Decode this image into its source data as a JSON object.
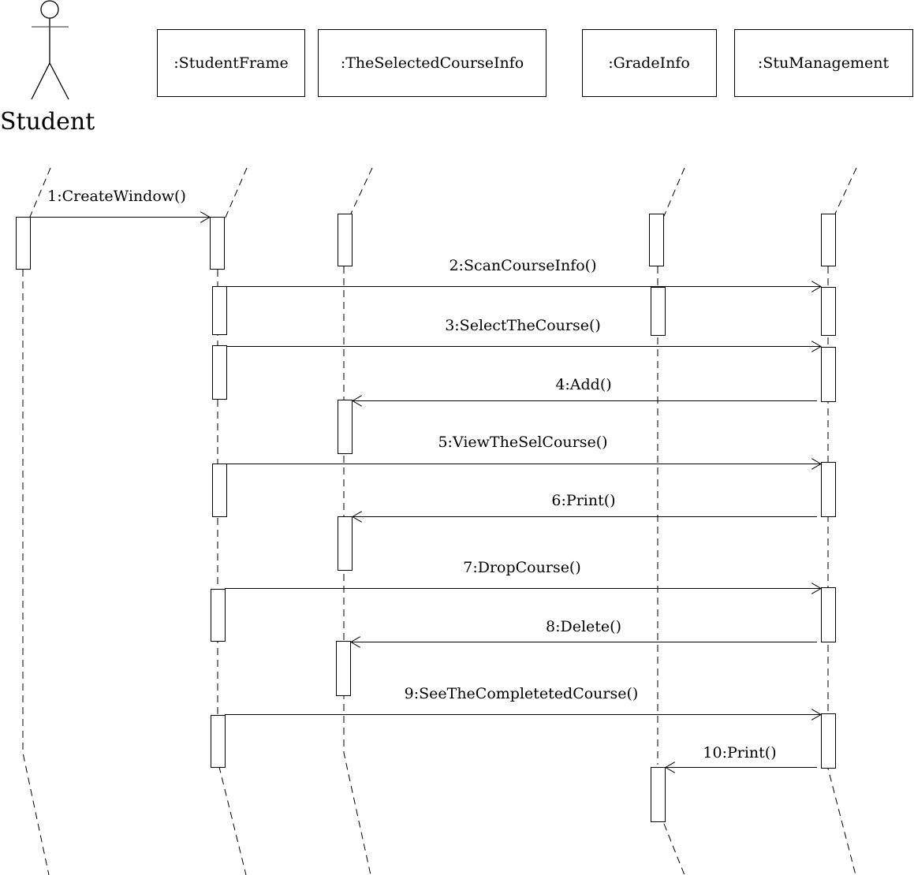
{
  "diagram": {
    "type": "UML sequence diagram",
    "actor": {
      "name": "Student",
      "icon": "stick-figure-icon"
    },
    "objects": [
      {
        "id": "frame",
        "label": ":StudentFrame"
      },
      {
        "id": "selinfo",
        "label": ":TheSelectedCourseInfo"
      },
      {
        "id": "grade",
        "label": ":GradeInfo"
      },
      {
        "id": "mgmt",
        "label": ":StuManagement"
      }
    ],
    "messages": [
      {
        "num": 1,
        "label": "1:CreateWindow()",
        "from": "Student",
        "to": ":StudentFrame"
      },
      {
        "num": 2,
        "label": "2:ScanCourseInfo()",
        "from": ":StudentFrame",
        "to": ":StuManagement"
      },
      {
        "num": 3,
        "label": "3:SelectTheCourse()",
        "from": ":StudentFrame",
        "to": ":StuManagement"
      },
      {
        "num": 4,
        "label": "4:Add()",
        "from": ":StuManagement",
        "to": ":TheSelectedCourseInfo"
      },
      {
        "num": 5,
        "label": "5:ViewTheSelCourse()",
        "from": ":StudentFrame",
        "to": ":StuManagement"
      },
      {
        "num": 6,
        "label": "6:Print()",
        "from": ":StuManagement",
        "to": ":TheSelectedCourseInfo"
      },
      {
        "num": 7,
        "label": "7:DropCourse()",
        "from": ":StudentFrame",
        "to": ":StuManagement"
      },
      {
        "num": 8,
        "label": "8:Delete()",
        "from": ":StuManagement",
        "to": ":TheSelectedCourseInfo"
      },
      {
        "num": 9,
        "label": "9:SeeTheCompletetedCourse()",
        "from": ":StudentFrame",
        "to": ":StuManagement"
      },
      {
        "num": 10,
        "label": "10:Print()",
        "from": ":StuManagement",
        "to": ":GradeInfo"
      }
    ],
    "colors": {
      "stroke": "#000000",
      "background": "#ffffff"
    }
  }
}
